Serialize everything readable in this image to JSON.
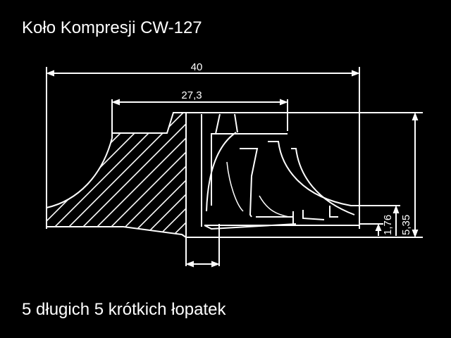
{
  "title": "Koło Kompresji CW-127",
  "caption": "5 długich 5 krótkich łopatek",
  "dimensions": {
    "overall_diameter": "40",
    "inducer_diameter": "27,3",
    "blade_exit_height": "1,76",
    "total_height": "5,35"
  },
  "colors": {
    "background": "#000000",
    "lines": "#ffffff"
  }
}
